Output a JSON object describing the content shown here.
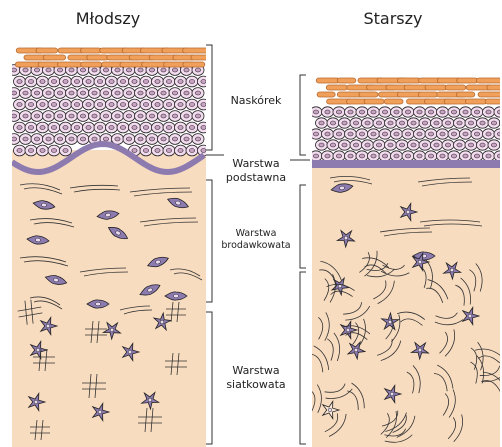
{
  "titles": {
    "younger": "Młodszy",
    "older": "Starszy"
  },
  "labels": {
    "epidermis": "Naskórek",
    "basal_line1": "Warstwa",
    "basal_line2": "podstawna",
    "papillary_line1": "Warstwa",
    "papillary_line2": "brodawkowata",
    "reticular_line1": "Warstwa",
    "reticular_line2": "siatkowata"
  },
  "colors": {
    "keratin": "#f0a05a",
    "keratin_stroke": "#b86a2e",
    "epidermis_cell": "#f3dcef",
    "cell_nucleus": "#c9a2c4",
    "basal_membrane": "#8d7bb0",
    "dermis": "#f8dcc0",
    "fibroblast": "#8d7bb0",
    "fiber": "#333333"
  }
}
